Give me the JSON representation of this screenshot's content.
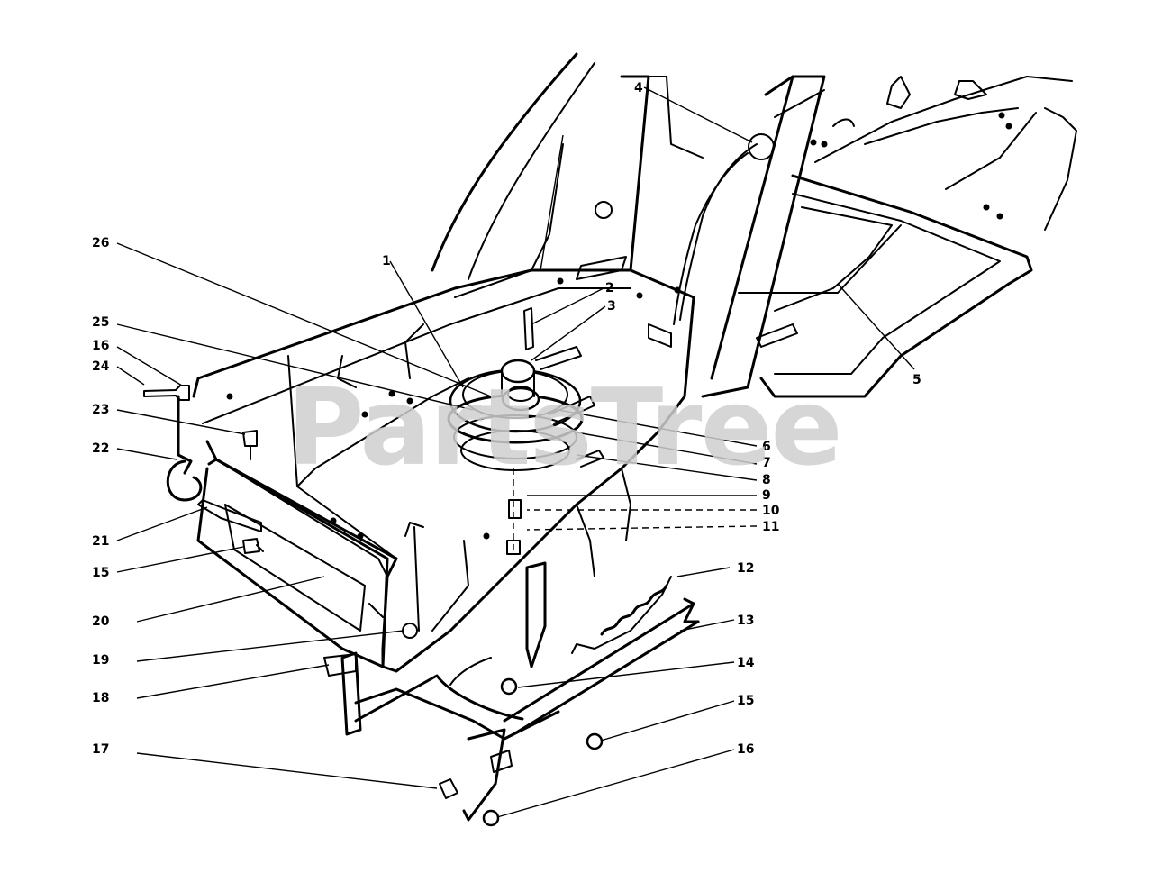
{
  "watermark": "PartsTree",
  "callouts": [
    {
      "id": "1",
      "label": "1"
    },
    {
      "id": "2",
      "label": "2"
    },
    {
      "id": "3",
      "label": "3"
    },
    {
      "id": "4",
      "label": "4"
    },
    {
      "id": "5",
      "label": "5"
    },
    {
      "id": "6",
      "label": "6"
    },
    {
      "id": "7",
      "label": "7"
    },
    {
      "id": "8",
      "label": "8"
    },
    {
      "id": "9",
      "label": "9"
    },
    {
      "id": "10",
      "label": "10"
    },
    {
      "id": "11",
      "label": "11"
    },
    {
      "id": "12",
      "label": "12"
    },
    {
      "id": "13",
      "label": "13"
    },
    {
      "id": "14",
      "label": "14"
    },
    {
      "id": "15a",
      "label": "15"
    },
    {
      "id": "15b",
      "label": "15"
    },
    {
      "id": "16a",
      "label": "16"
    },
    {
      "id": "16b",
      "label": "16"
    },
    {
      "id": "17",
      "label": "17"
    },
    {
      "id": "18",
      "label": "18"
    },
    {
      "id": "19",
      "label": "19"
    },
    {
      "id": "20",
      "label": "20"
    },
    {
      "id": "21",
      "label": "21"
    },
    {
      "id": "22",
      "label": "22"
    },
    {
      "id": "23",
      "label": "23"
    },
    {
      "id": "24",
      "label": "24"
    },
    {
      "id": "25",
      "label": "25"
    },
    {
      "id": "26",
      "label": "26"
    }
  ]
}
